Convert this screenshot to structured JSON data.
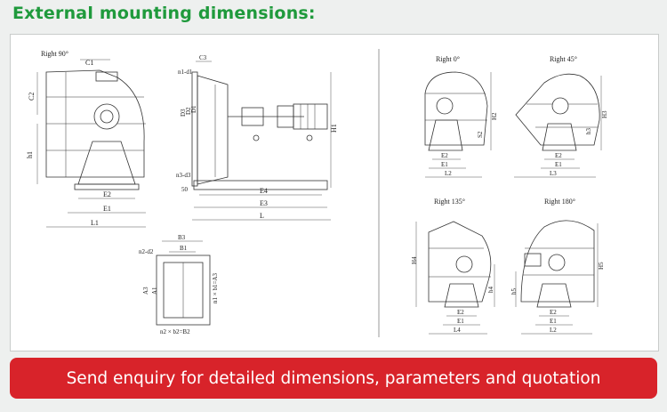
{
  "heading": "External mounting dimensions:",
  "cta": "Send enquiry for detailed dimensions, parameters and quotation",
  "colors": {
    "heading": "#1f9a3c",
    "cta_bg": "#d8232a",
    "cta_text": "#ffffff",
    "panel": "#ffffff",
    "page": "#eef0ef"
  },
  "fan_right90": {
    "title": "Right 90°",
    "c1": "C1",
    "c2": "C2",
    "h1": "h1",
    "e2": "E2",
    "e1": "E1",
    "l1": "L1"
  },
  "fan_side": {
    "n1d1": "n1-d1",
    "c3": "C3",
    "d3": "D3",
    "d2": "D2",
    "d1": "D1",
    "h1": "H1",
    "n3d3": "n3-d3",
    "dim50": "50",
    "e4": "E4",
    "e3": "E3",
    "l": "L"
  },
  "flange": {
    "b3": "B3",
    "b1": "B1",
    "n2d2": "n2-d2",
    "a3": "A3",
    "a1": "A1",
    "n1b1a3": "n1 × b1=A3",
    "n2b2b2": "n2 × b2=B2"
  },
  "fan_right0": {
    "title": "Right 0°",
    "h2": "H2",
    "s2": "S2",
    "e2": "E2",
    "e1": "E1",
    "l2": "L2"
  },
  "fan_right45": {
    "title": "Right 45°",
    "h3": "H3",
    "h3l": "h3",
    "e2": "E2",
    "e1": "E1",
    "l3": "L3"
  },
  "fan_right135": {
    "title": "Right 135°",
    "h4": "H4",
    "h4l": "h4",
    "e2": "E2",
    "e1": "E1",
    "l4": "L4"
  },
  "fan_right180": {
    "title": "Right 180°",
    "h5": "H5",
    "h5l": "h5",
    "e2": "E2",
    "e1": "E1",
    "l2": "L2"
  }
}
